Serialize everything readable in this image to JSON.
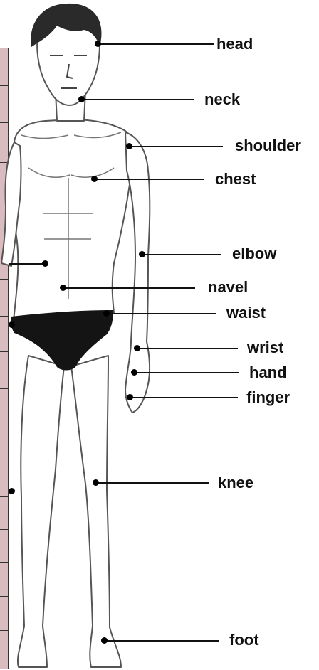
{
  "labels": {
    "head": "head",
    "neck": "neck",
    "shoulder": "shoulder",
    "chest": "chest",
    "elbow": "elbow",
    "navel": "navel",
    "waist": "waist",
    "wrist": "wrist",
    "hand": "hand",
    "finger": "finger",
    "knee": "knee",
    "foot": "foot"
  },
  "colors": {
    "table_fill": "#d9bcbf",
    "line": "#111111",
    "briefs": "#141414",
    "skin_outline": "#555555",
    "hair": "#2a2a2a"
  }
}
